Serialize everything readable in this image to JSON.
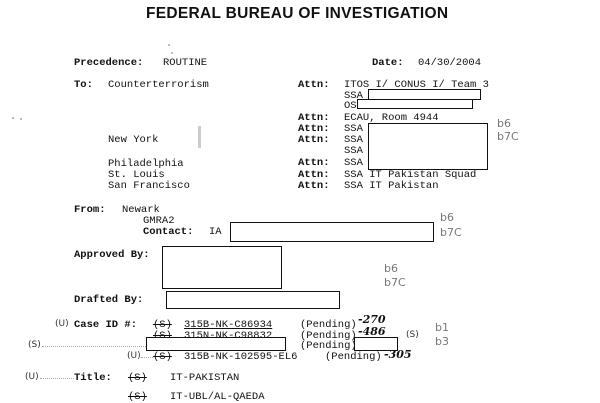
{
  "header": {
    "agency": "FEDERAL BUREAU OF INVESTIGATION"
  },
  "meta": {
    "precedence_label": "Precedence:",
    "precedence_value": "ROUTINE",
    "date_label": "Date:",
    "date_value": "04/30/2004"
  },
  "to": {
    "label": "To:",
    "offices": [
      {
        "name": "Counterterrorism"
      },
      {
        "name": "New York"
      },
      {
        "name": "Philadelphia"
      },
      {
        "name": "St. Louis"
      },
      {
        "name": "San Francisco"
      }
    ]
  },
  "attn": {
    "label": "Attn:",
    "lines": [
      {
        "text": "ITOS I/ CONUS I/ Team 3"
      },
      {
        "text": "SSA"
      },
      {
        "text": "OS"
      },
      {
        "text": "ECAU, Room 4944"
      },
      {
        "text": "SSA"
      },
      {
        "text": "SSA"
      },
      {
        "text": "SSA"
      },
      {
        "text": "SSA"
      },
      {
        "text": "SSA IT Pakistan Squad"
      },
      {
        "text": "SSA IT Pakistan"
      }
    ]
  },
  "from": {
    "label": "From:",
    "office": "Newark",
    "unit": "GMRA2",
    "contact_label": "Contact:",
    "contact_value": "IA"
  },
  "approved_by": {
    "label": "Approved By:"
  },
  "drafted_by": {
    "label": "Drafted By:"
  },
  "case_id": {
    "label": "Case ID #:",
    "classification_marker": "(U)",
    "entries": [
      {
        "class": "(S)",
        "number": "315B-NK-C86934",
        "status": "(Pending)",
        "note": "-270"
      },
      {
        "class": "(S)",
        "number": "315N-NK-C98832",
        "status": "(Pending)",
        "note": "-486"
      },
      {
        "class": "",
        "number": "",
        "status": "(Pending)",
        "note": ""
      },
      {
        "class": "(S)",
        "number": "315B-NK-102595-EL6",
        "status": "(Pending)",
        "note": "-305"
      }
    ],
    "row4_marker": "(U)",
    "row3_marker": "(S)",
    "row2_side_marker": "(S)"
  },
  "title": {
    "label": "Title:",
    "marker": "(U)",
    "lines": [
      {
        "class": "(S)",
        "text": "IT-PAKISTAN"
      },
      {
        "class": "(S)",
        "text": "IT-UBL/AL-QAEDA"
      }
    ]
  },
  "exemptions": {
    "attn_block": [
      "b6",
      "b7C"
    ],
    "contact_block": [
      "b6",
      "b7C"
    ],
    "approved_block": [
      "b6",
      "b7C"
    ],
    "case_block": [
      "b1",
      "b3"
    ]
  }
}
